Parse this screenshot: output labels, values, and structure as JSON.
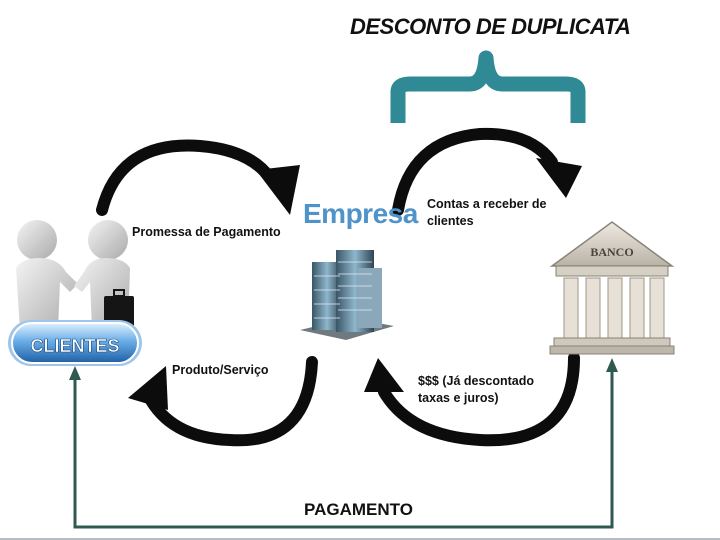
{
  "title": "DESCONTO DE DUPLICATA",
  "nodes": {
    "clientes": "CLIENTES",
    "empresa": "Empresa",
    "banco": "BANCO"
  },
  "flows": {
    "promessa": "Promessa de Pagamento",
    "produto": "Produto/Serviço",
    "contas": "Contas a receber de clientes",
    "dinheiro": "$$$  (Já descontado taxas e juros)",
    "pagamento": "PAGAMENTO"
  },
  "colors": {
    "brace": "#2f8a95",
    "arrow": "#0c0c0c",
    "line": "#2f5a50",
    "empresa_text": "#4f93c8",
    "clientes_badge": "#3a7cc0"
  },
  "icons": {
    "clientes": "handshake-people-icon",
    "empresa": "office-building-icon",
    "banco": "bank-building-icon"
  }
}
